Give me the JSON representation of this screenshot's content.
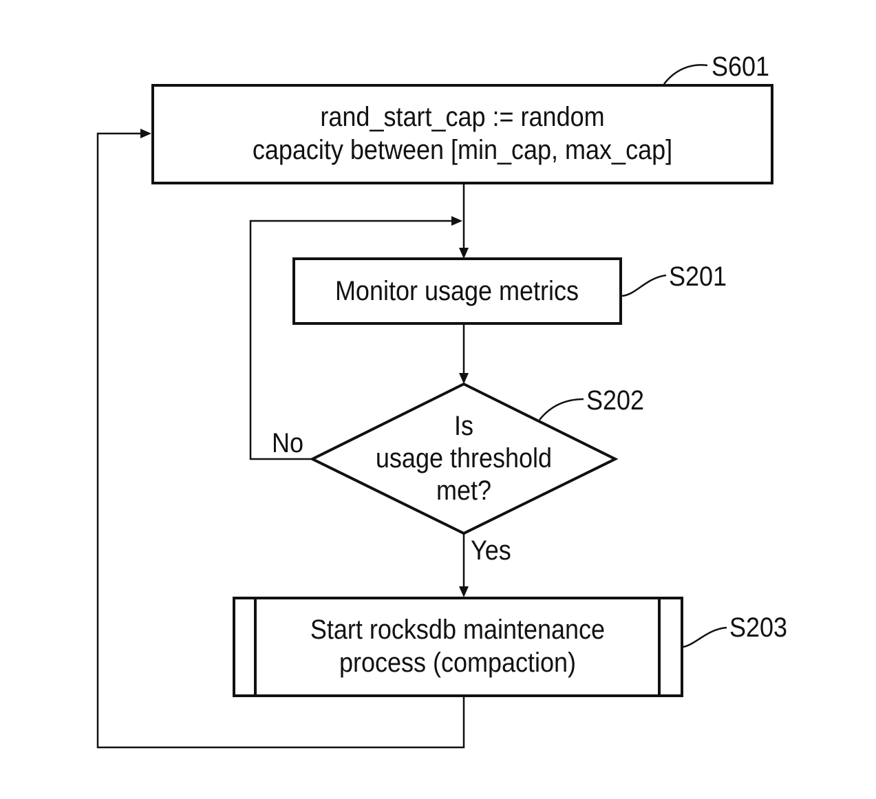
{
  "steps": {
    "s601": {
      "label": "S601",
      "line1": "rand_start_cap := random",
      "line2": "capacity between [min_cap, max_cap]"
    },
    "s201": {
      "label": "S201",
      "text": "Monitor usage metrics"
    },
    "s202": {
      "label": "S202",
      "line1": "Is",
      "line2": "usage threshold",
      "line3": "met?",
      "no_label": "No",
      "yes_label": "Yes"
    },
    "s203": {
      "label": "S203",
      "line1": "Start rocksdb maintenance",
      "line2": "process (compaction)"
    }
  }
}
